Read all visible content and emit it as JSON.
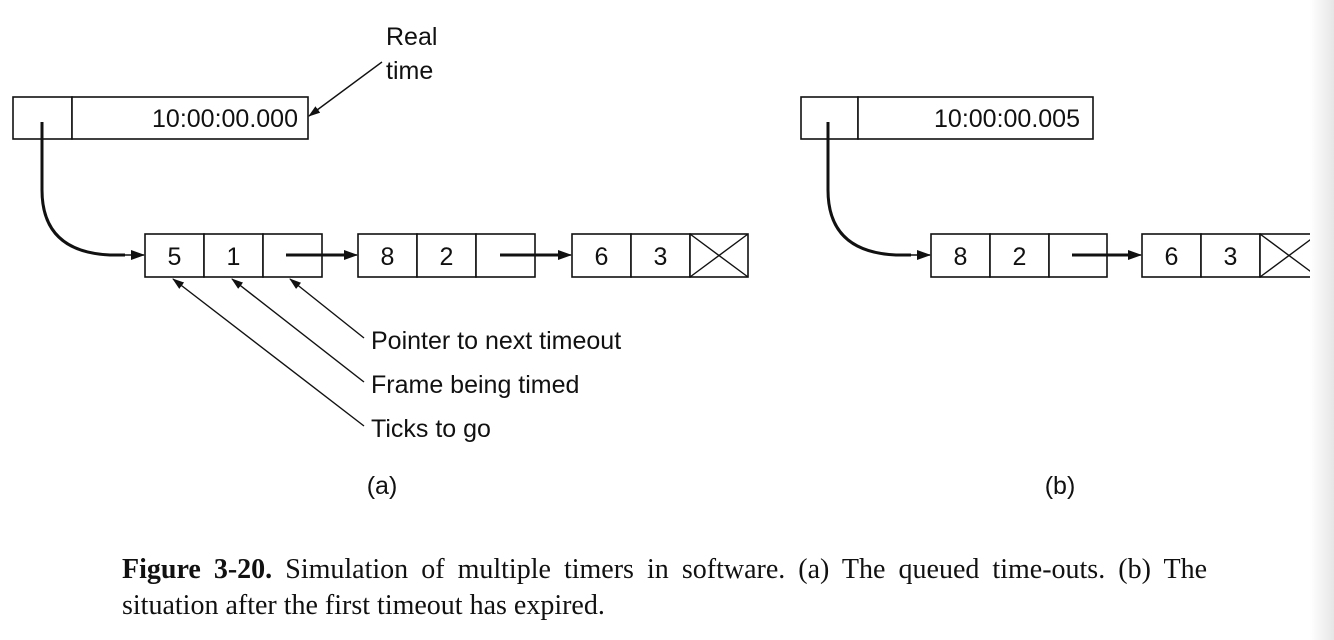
{
  "diagram": {
    "real_time_label_line1": "Real",
    "real_time_label_line2": "time",
    "panel_a": {
      "clock": "10:00:00.000",
      "nodes": [
        {
          "ticks": "5",
          "frame": "1"
        },
        {
          "ticks": "8",
          "frame": "2"
        },
        {
          "ticks": "6",
          "frame": "3"
        }
      ],
      "annotations": {
        "pointer": "Pointer to next timeout",
        "frame": "Frame being timed",
        "ticks": "Ticks to go"
      },
      "label": "(a)"
    },
    "panel_b": {
      "clock": "10:00:00.005",
      "nodes": [
        {
          "ticks": "8",
          "frame": "2"
        },
        {
          "ticks": "6",
          "frame": "3"
        }
      ],
      "label": "(b)"
    }
  },
  "caption": {
    "label": "Figure 3-20.",
    "text": "Simulation of multiple timers in software. (a) The queued time-outs. (b) The situation after the first timeout has expired."
  }
}
